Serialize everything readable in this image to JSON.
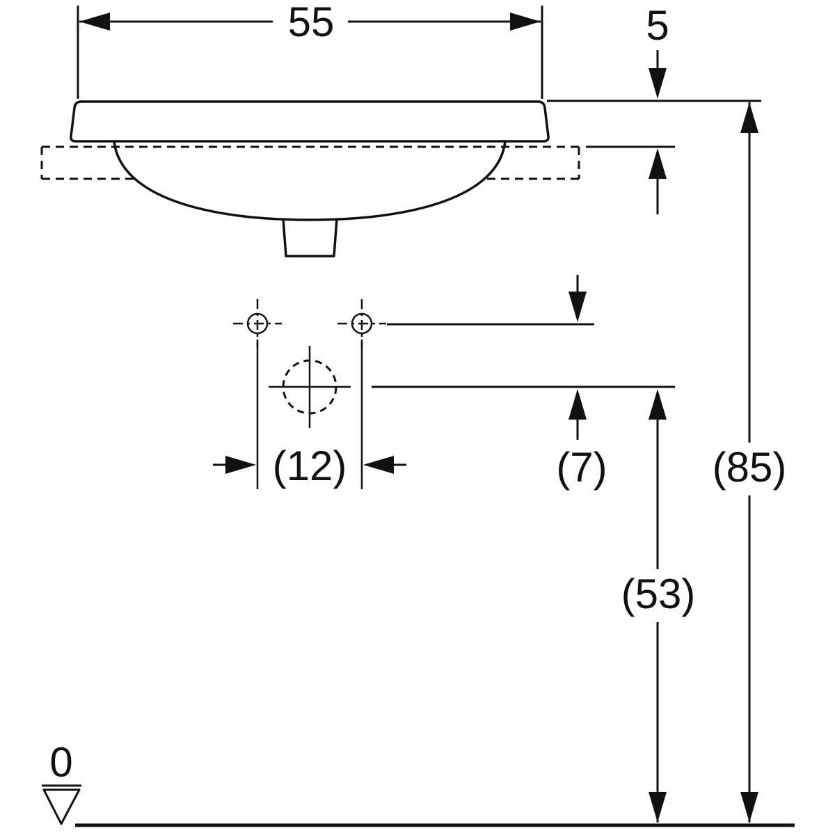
{
  "drawing": {
    "type": "technical-dimension-drawing",
    "subject": "washbasin-front-view-with-countertop-cutout",
    "colors": {
      "line": "#111111",
      "background": "#ffffff"
    },
    "dimensions": {
      "overall_width": "55",
      "rim_above_counter": "5",
      "tap_hole_spacing": "(12)",
      "tap_to_drain_offset": "(7)",
      "drain_height": "(53)",
      "rim_height": "(85)",
      "datum_level": "0"
    }
  }
}
